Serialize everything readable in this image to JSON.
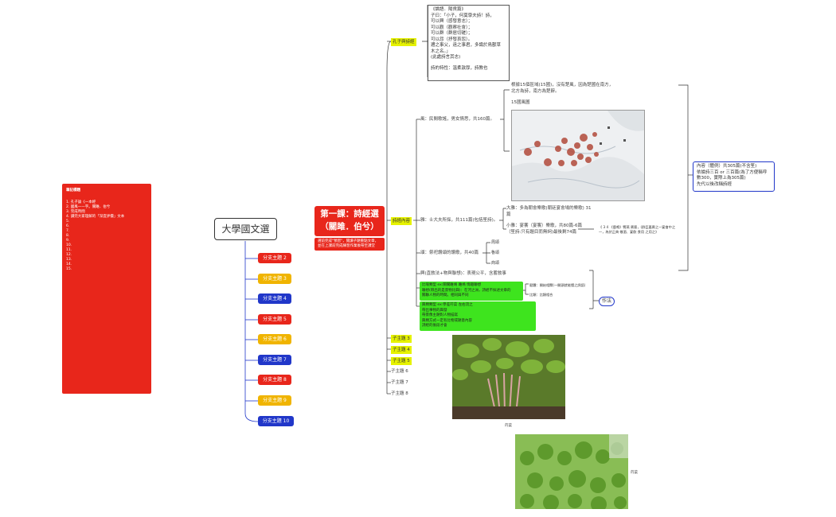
{
  "note_panel": {
    "title": "筆記標題",
    "items": [
      "1. 孔子論《一本經",
      "2. 國風一一字。關雎、伯兮",
      "3. 完成時間",
      "4. 讀完大家理解的「深度評價」文本",
      "5.",
      "6.",
      "7.",
      "8.",
      "9.",
      "10.",
      "11.",
      "12.",
      "13.",
      "14.",
      "15."
    ]
  },
  "central_topic": "大學國文選",
  "subtopics": [
    "分支主題 2",
    "分支主題 3",
    "分支主題 4",
    "分支主題 5",
    "分支主題 6",
    "分支主題 7",
    "分支主題 8",
    "分支主題 9",
    "分支主題 10"
  ],
  "main_topic": {
    "title_line1": "第一課：詩經選",
    "title_line2": "（關雎．伯兮）",
    "note": "選前完成\"預習\"，閱讀子題重點文章，並在上課前完成練習作業後帶至課堂"
  },
  "branch_confucius": {
    "label": "孔子與詩經",
    "quote_lines": [
      "《論語．陽貨篇》",
      "子曰：「小子，何莫學夫詩！詩，",
      "可以興（感發意志）；",
      "可以觀（觀察社會）；",
      "可以群（群居切磋）；",
      "可以怨（抒發哀怨）。",
      "邇之事父，遠之事君，多識於鳥獸草",
      "木之名。」",
      "(此處詩言其志)"
    ],
    "footer": "詩的特性：溫柔敦厚，詩教也"
  },
  "branch_content": {
    "label": "詩經內容",
    "feng": "風：民間歌謠，男女情思，共160篇。",
    "feng_detail": "根據15個區域(15國)，沒有楚風，因為楚國在南方，北方為詩，南方為楚辭。",
    "map_label": "15國風圖",
    "ya": "雅：士大夫所採，共111篇(包括笙詩)。",
    "daya": "大雅：多為朝會樂歌(朝廷宴會場的樂歌) 31篇",
    "xiaoya": "小雅：宴饗（宴饗）樂歌，共80篇-6篇（笙詩:只有題目而無詞)最後剩74篇",
    "xiaoya_note": "《 3 4 《鹿鳴》饗燕 賓客，(群臣嘉賓之一宴會中之一，為於正典 敬酒、宴飲 食用 之用之》",
    "song": "頌：祭祀讚頌的讚歌，共40篇",
    "song_items": [
      "周頌",
      "魯頌",
      "商頌"
    ],
    "xing": "興(直敘法+物與聯想)：表現公平，含蓄敘事",
    "green1_lines": [
      "比喻類型 ex:關關雎鳩 雎鳩 情趣聯想",
      "聯想(帶出的是景物比興)：在河之洲，詩經不採述文章的",
      "關聯人物的時間。相同與不同"
    ],
    "green1_sub": [
      "賦體：開始相關(一開頭就能懂之詞語)",
      "比類：比類相合"
    ],
    "green2_lines": [
      "興類類型 ex:參差荇菜 左右流之",
      "帶出事物的興發",
      "帶景像主題對人物描寫",
      "興類方式一定有比物或題意內容",
      "詩經的後段才會"
    ],
    "tag": "作法"
  },
  "right_box": {
    "lines": [
      "內容（體例）共305篇(不含笙)",
      "依據詩三百 or 三百篇(為了方便稱呼",
      "數300，實際上為305篇)",
      "先代以後改稱詩經"
    ]
  },
  "sub_branches": [
    "子主題 3",
    "子主題 4",
    "子主題 5",
    "子主題 6",
    "子主題 7",
    "子主題 8"
  ],
  "photos": {
    "caption1": "荇菜",
    "caption2": "荇菜"
  },
  "colors": {
    "red": "#e8261b",
    "yellow": "#f0b400",
    "blue": "#2137c9",
    "highlight": "#e6f200",
    "green": "#3ee41e"
  }
}
